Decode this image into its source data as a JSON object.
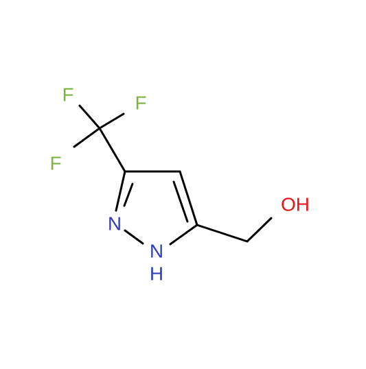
{
  "molecule": {
    "atoms": {
      "f1": "F",
      "f2": "F",
      "f3": "F",
      "n_ring": "N",
      "nh_n": "N",
      "nh_h": "H",
      "oh": "OH"
    },
    "colors": {
      "fluorine": "#7cb342",
      "nitrogen": "#2f3fbd",
      "oxygen": "#e8141b",
      "bond": "#000000"
    }
  }
}
